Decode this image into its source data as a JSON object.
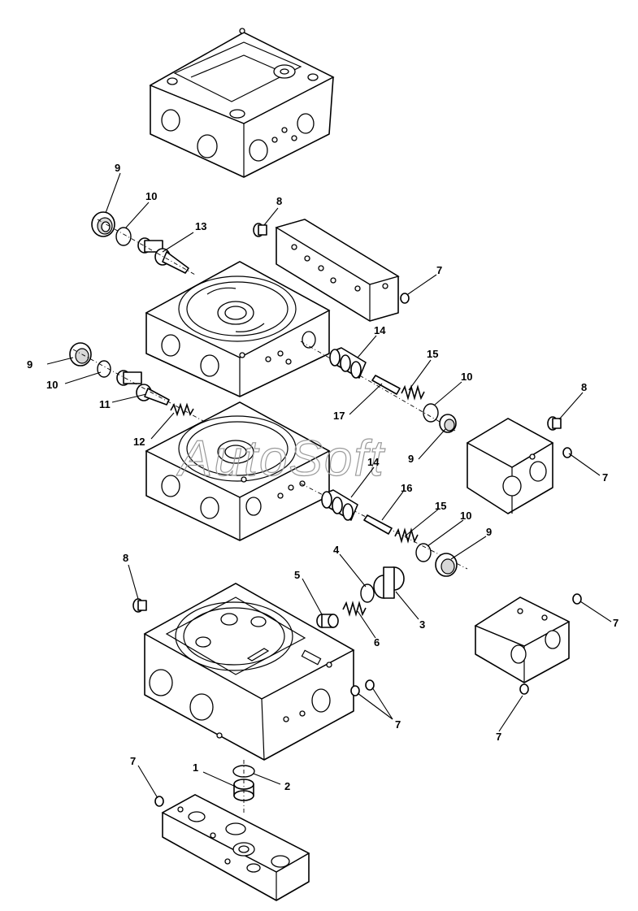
{
  "watermark": "AutoSoft",
  "callouts": [
    {
      "id": "c-9a",
      "text": "9"
    },
    {
      "id": "c-10a",
      "text": "10"
    },
    {
      "id": "c-13",
      "text": "13"
    },
    {
      "id": "c-8a",
      "text": "8"
    },
    {
      "id": "c-7a",
      "text": "7"
    },
    {
      "id": "c-14a",
      "text": "14"
    },
    {
      "id": "c-9b",
      "text": "9"
    },
    {
      "id": "c-10b",
      "text": "10"
    },
    {
      "id": "c-15a",
      "text": "15"
    },
    {
      "id": "c-10c",
      "text": "10"
    },
    {
      "id": "c-8b",
      "text": "8"
    },
    {
      "id": "c-17",
      "text": "17"
    },
    {
      "id": "c-11",
      "text": "11"
    },
    {
      "id": "c-12",
      "text": "12"
    },
    {
      "id": "c-9c",
      "text": "9"
    },
    {
      "id": "c-7b",
      "text": "7"
    },
    {
      "id": "c-14b",
      "text": "14"
    },
    {
      "id": "c-16",
      "text": "16"
    },
    {
      "id": "c-15b",
      "text": "15"
    },
    {
      "id": "c-10d",
      "text": "10"
    },
    {
      "id": "c-9d",
      "text": "9"
    },
    {
      "id": "c-8c",
      "text": "8"
    },
    {
      "id": "c-4",
      "text": "4"
    },
    {
      "id": "c-5",
      "text": "5"
    },
    {
      "id": "c-3",
      "text": "3"
    },
    {
      "id": "c-6",
      "text": "6"
    },
    {
      "id": "c-7c",
      "text": "7"
    },
    {
      "id": "c-7d",
      "text": "7"
    },
    {
      "id": "c-7e",
      "text": "7"
    },
    {
      "id": "c-7f",
      "text": "7"
    },
    {
      "id": "c-1",
      "text": "1"
    },
    {
      "id": "c-2",
      "text": "2"
    }
  ]
}
